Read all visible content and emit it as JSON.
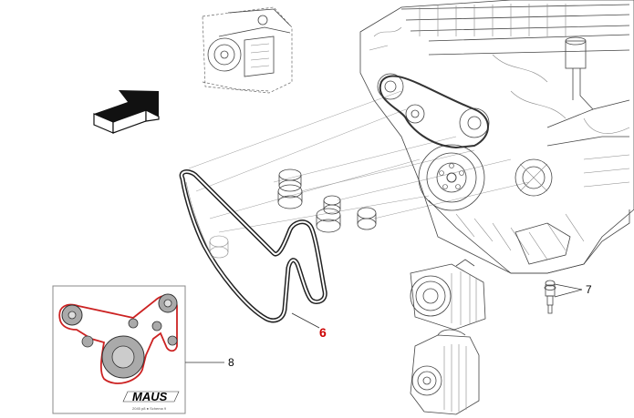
{
  "diagram": {
    "callouts": {
      "belt": "6",
      "sensor": "7",
      "routing_inset": "8"
    },
    "inset": {
      "brand": "MAUS",
      "footnote": "2045 p8 ● Schema 9"
    },
    "icons": {
      "direction_arrow": "isometric-arrow-icon",
      "engine": "engine-block-drawing",
      "belt": "serpentine-belt-drawing",
      "sensor": "sensor-drawing",
      "compressor": "ac-compressor-drawing",
      "alternator": "alternator-drawing"
    },
    "colors": {
      "belt_route": "#cc2222",
      "callout_highlight": "#cc0000",
      "line_art": "#444444"
    }
  }
}
